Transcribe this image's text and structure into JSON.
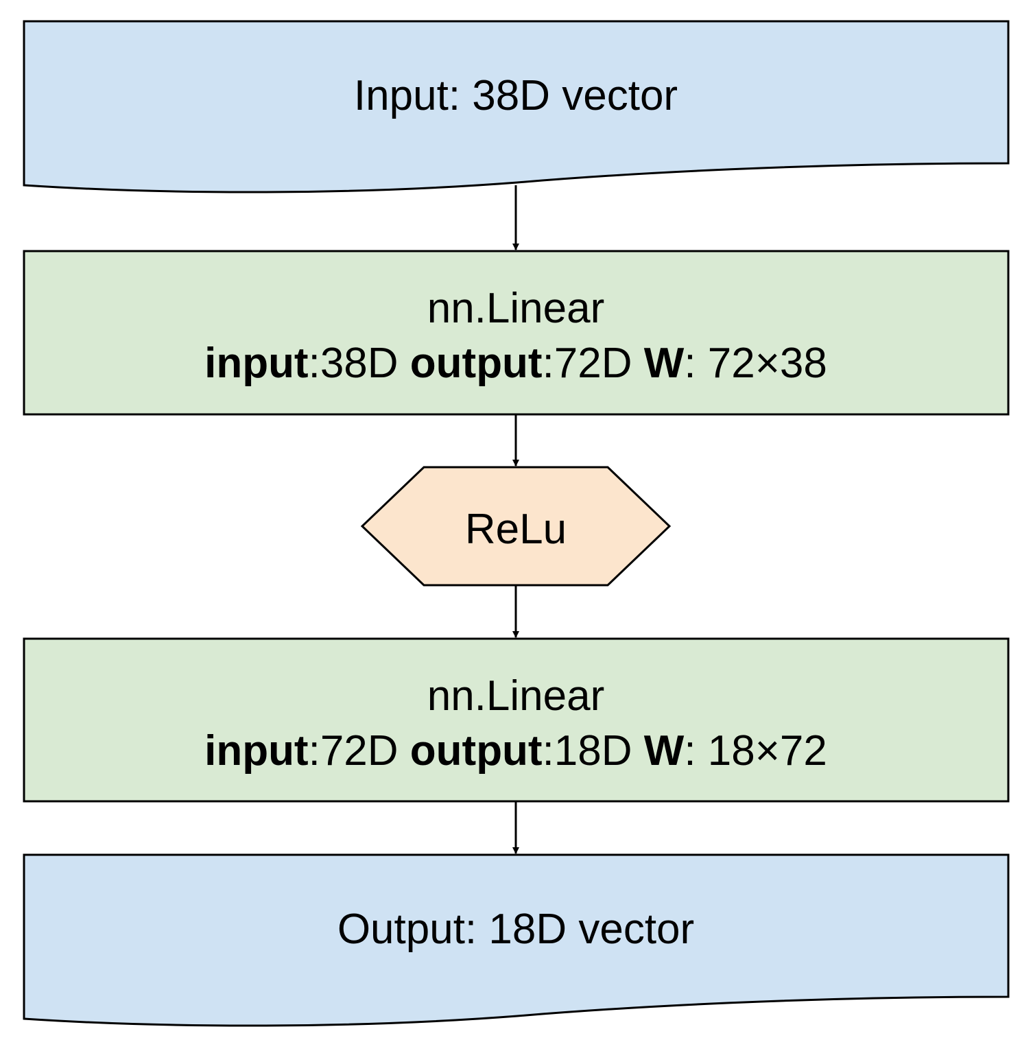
{
  "colors": {
    "io_fill": "#cfe2f3",
    "linear_fill": "#d9ead3",
    "activation_fill": "#fce5cd",
    "stroke": "#000000"
  },
  "nodes": {
    "input": {
      "label": "Input: 38D vector"
    },
    "linear1": {
      "title": "nn.Linear",
      "input_key": "input",
      "input_value": ":38D ",
      "output_key": "output",
      "output_value": ":72D ",
      "weight_key": "W",
      "weight_value": ": 72×38"
    },
    "relu": {
      "label": "ReLu"
    },
    "linear2": {
      "title": "nn.Linear",
      "input_key": "input",
      "input_value": ":72D ",
      "output_key": "output",
      "output_value": ":18D ",
      "weight_key": "W",
      "weight_value": ": 18×72"
    },
    "output": {
      "label": "Output: 18D vector"
    }
  }
}
